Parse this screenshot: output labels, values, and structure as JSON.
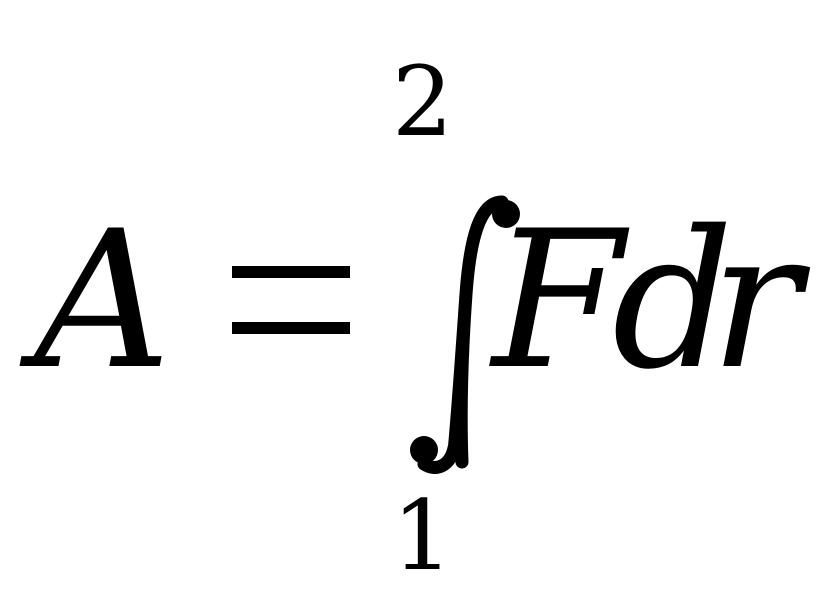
{
  "formula": {
    "lhs": "A",
    "upper_limit": "2",
    "lower_limit": "1",
    "integrand": {
      "function": "F",
      "differential": "d",
      "variable": "r"
    }
  },
  "colors": {
    "text": "#000000",
    "background": "#ffffff"
  }
}
